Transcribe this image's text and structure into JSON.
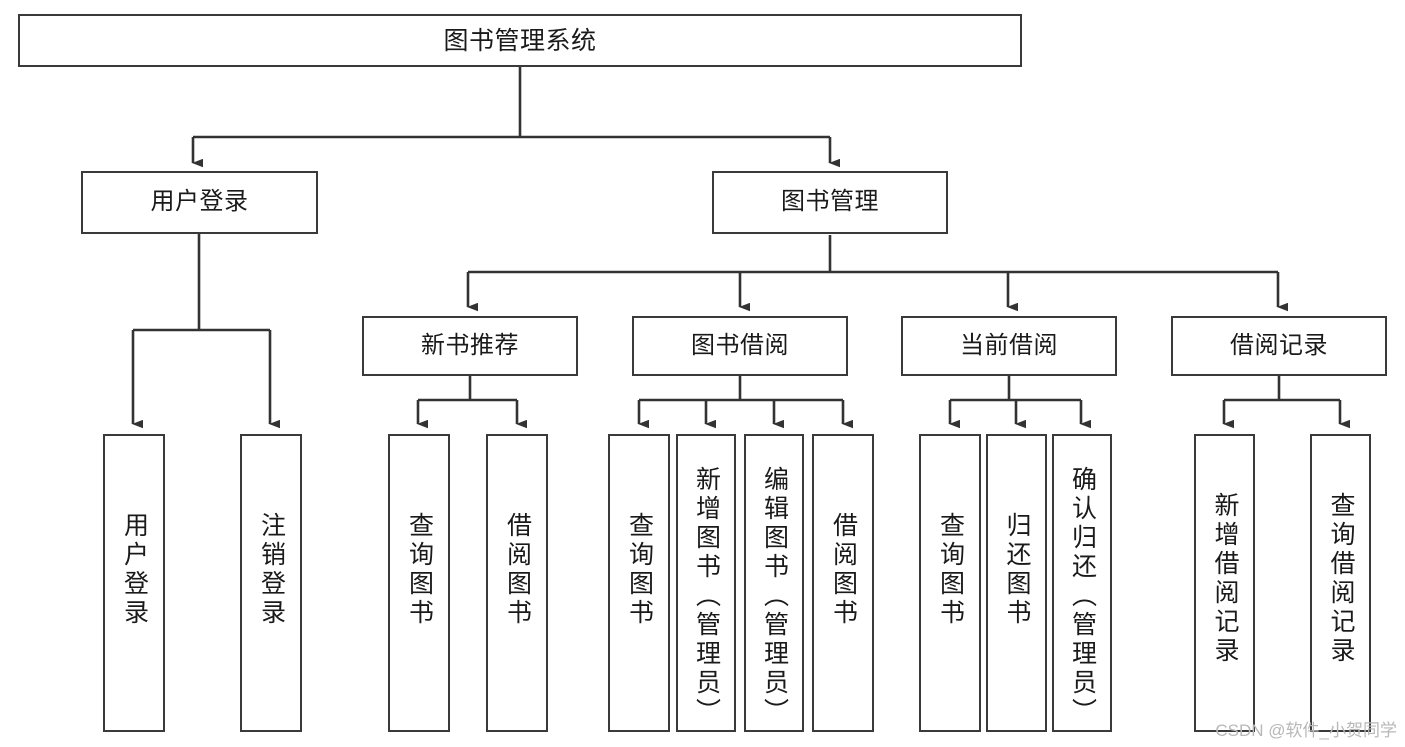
{
  "diagram": {
    "type": "tree",
    "title": "图书管理系统",
    "style": {
      "background": "#ffffff",
      "box_border": "#3a3a3a",
      "box_fill": "#ffffff",
      "edge_color": "#333333",
      "text_color": "#1a1a1a",
      "watermark_color": "#b8b8b8"
    },
    "watermark": "CSDN @软件_小贺同学",
    "root": {
      "label": "图书管理系统"
    },
    "level1": [
      {
        "label": "用户登录"
      },
      {
        "label": "图书管理"
      }
    ],
    "level2": [
      {
        "label": "新书推荐"
      },
      {
        "label": "图书借阅"
      },
      {
        "label": "当前借阅"
      },
      {
        "label": "借阅记录"
      }
    ],
    "leaves": {
      "user_login": [
        {
          "label": "用户登录"
        },
        {
          "label": "注销登录"
        }
      ],
      "new_book_recommend": [
        {
          "label": "查询图书"
        },
        {
          "label": "借阅图书"
        }
      ],
      "book_borrow": [
        {
          "label": "查询图书"
        },
        {
          "label": "新增图书（管理员）"
        },
        {
          "label": "编辑图书（管理员）"
        },
        {
          "label": "借阅图书"
        }
      ],
      "current_borrow": [
        {
          "label": "查询图书"
        },
        {
          "label": "归还图书"
        },
        {
          "label": "确认归还（管理员）"
        }
      ],
      "borrow_record": [
        {
          "label": "新增借阅记录"
        },
        {
          "label": "查询借阅记录"
        }
      ]
    }
  }
}
